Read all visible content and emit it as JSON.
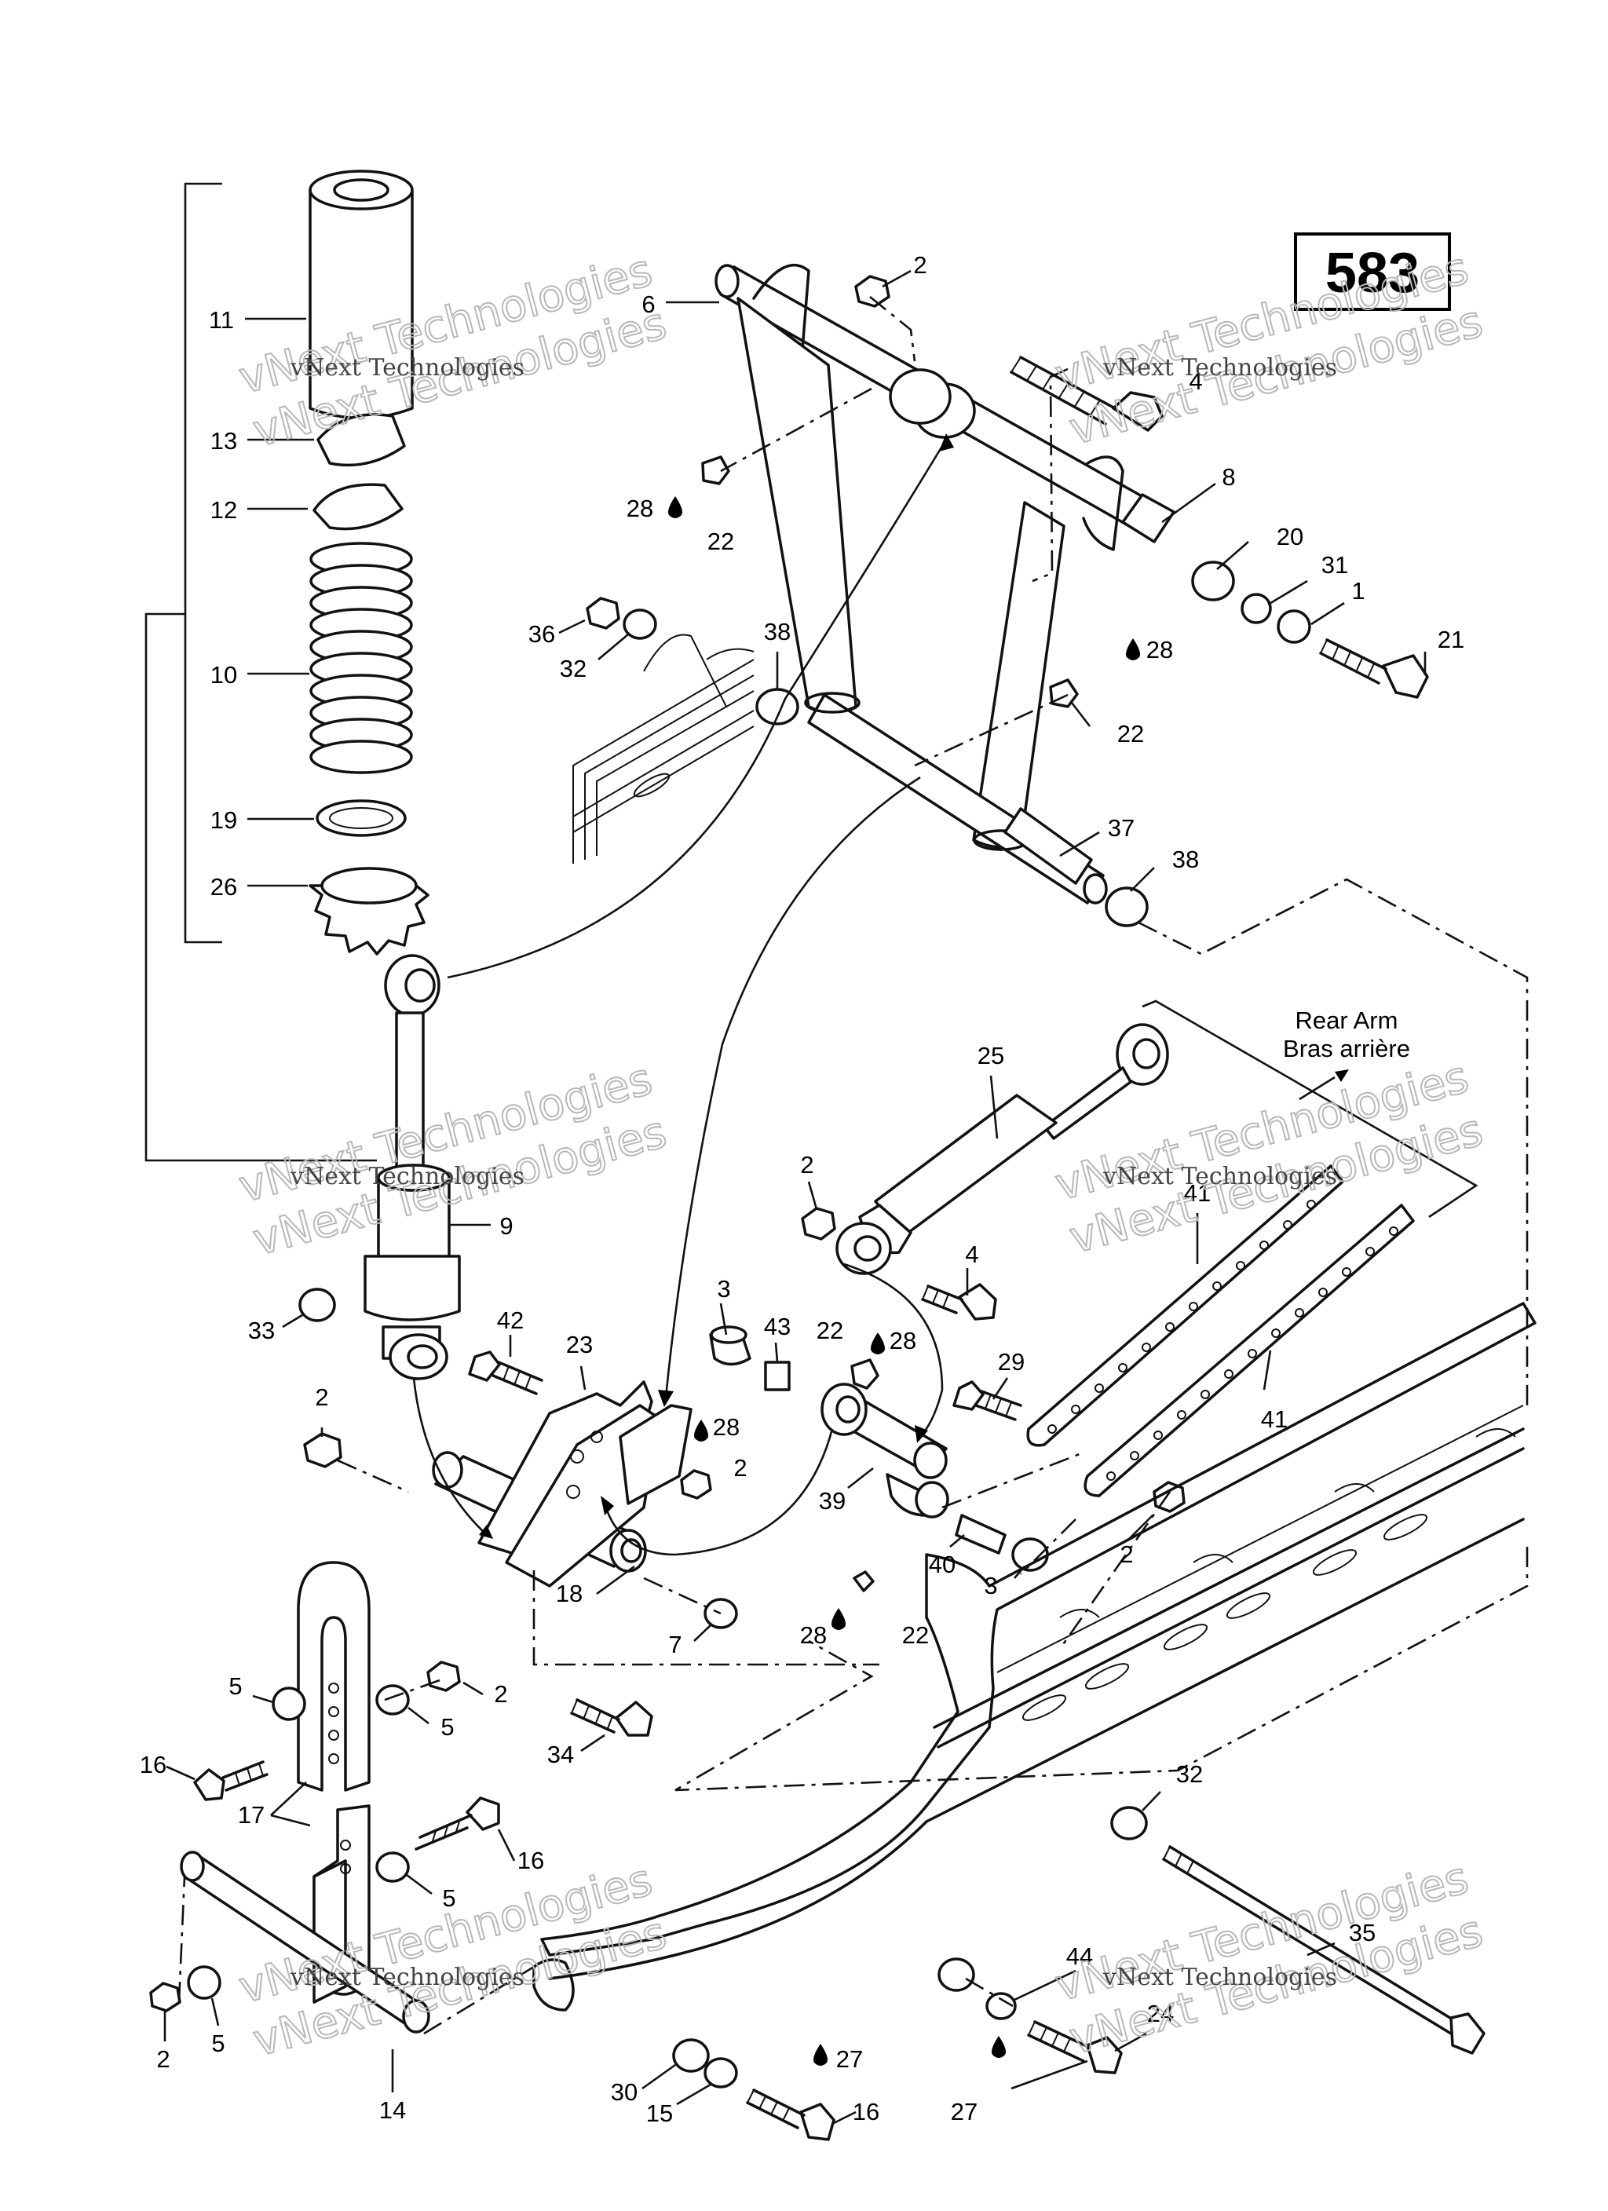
{
  "diagram_ref": "583",
  "rear_arm_label": {
    "en": "Rear Arm",
    "fr": "Bras arrière"
  },
  "watermark": {
    "big": "vNext Technologies",
    "small": "vNext Technologies"
  },
  "callouts": [
    "1",
    "2",
    "4",
    "5",
    "6",
    "7",
    "8",
    "9",
    "10",
    "11",
    "12",
    "13",
    "14",
    "15",
    "16",
    "17",
    "18",
    "19",
    "20",
    "21",
    "22",
    "23",
    "24",
    "25",
    "26",
    "27",
    "28",
    "29",
    "30",
    "31",
    "32",
    "33",
    "34",
    "35",
    "36",
    "37",
    "38",
    "39",
    "40",
    "41",
    "42",
    "43",
    "44",
    "3"
  ],
  "callout_texts": {
    "c11": "11",
    "c13": "13",
    "c12": "12",
    "c10": "10",
    "c19": "19",
    "c26": "26",
    "c6": "6",
    "c2a": "2",
    "c4a": "4",
    "c28a": "28",
    "c22a": "22",
    "c8": "8",
    "c20": "20",
    "c31": "31",
    "c1": "1",
    "c21": "21",
    "c36": "36",
    "c32a": "32",
    "c38a": "38",
    "c28b": "28",
    "c22b": "22",
    "c37": "37",
    "c38b": "38",
    "c25": "25",
    "c9": "9",
    "c2b": "2",
    "c4b": "4",
    "c41a": "41",
    "c33": "33",
    "c3a": "3",
    "c43": "43",
    "c22c": "22",
    "c28c": "28",
    "c42": "42",
    "c23": "23",
    "c29": "29",
    "c41b": "41",
    "c2c": "2",
    "c28d": "28",
    "c2d": "2",
    "c39": "39",
    "c40": "40",
    "c3b": "3",
    "c2e": "2",
    "c18": "18",
    "c28e": "28",
    "c22d": "22",
    "c7": "7",
    "c5a": "5",
    "c2f": "2",
    "c5b": "5",
    "c16a": "16",
    "c34": "34",
    "c17": "17",
    "c16b": "16",
    "c5c": "5",
    "c32b": "32",
    "c35": "35",
    "c2g": "2",
    "c5d": "5",
    "c44": "44",
    "c24": "24",
    "c14": "14",
    "c30": "30",
    "c15": "15",
    "c27a": "27",
    "c16c": "16",
    "c27b": "27"
  }
}
